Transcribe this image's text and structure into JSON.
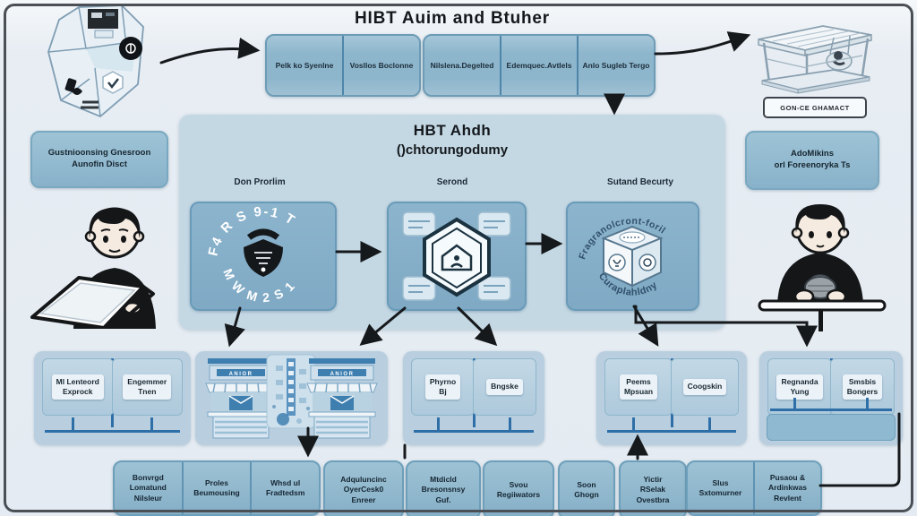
{
  "page": {
    "title": "HIBT Auim and Btuher"
  },
  "colors": {
    "background": "#e7edf3",
    "box_fill": "#8db6cc",
    "panel_fill": "#c4d8e4",
    "connector_blue": "#2f6fa8",
    "arrow_black": "#16191c"
  },
  "top_row": {
    "group1_cells": [
      "Pelk ko Syenlne",
      "Vosllos Boclonne"
    ],
    "group2_cells": [
      "Nilslena.Degelted",
      "Edemquec.Avtlels",
      "Anlo Sugleb Tergo"
    ],
    "gazebo_caption": "GON-CE GHAMACT"
  },
  "left_column": {
    "info_box": "Gustnioonsing Gnesroon\nAunofin Disct"
  },
  "right_column": {
    "info_box": "AdoMikins\norl Foreenoryka Ts"
  },
  "central_panel": {
    "title": "HBT Ahdh",
    "subtitle": "()chtorungodumy",
    "col_labels": [
      "Don Prorlim",
      "Serond",
      "Sutand Becurty"
    ],
    "badge_arc_top": "F4 R S 9-1 T",
    "badge_arc_bottom": "M W M 2 S 1",
    "cube_arc_top": "Fragranolcront-foril",
    "cube_arc_bottom": "Curaplahldny"
  },
  "mid_row": {
    "storefront_sign": "ANIOR",
    "group_left_cells": [
      "Ml Lenteord\nExprock",
      "Engemmer\nTnen"
    ],
    "group_a_cells": [
      "Phyrno\nBj",
      "Bngske"
    ],
    "group_b_cells": [
      "Peems\nMpsuan",
      "Coogskin"
    ],
    "group_right_cells": [
      "Regnanda\nYung",
      "Smsbis\nBongers"
    ]
  },
  "bottom_row": {
    "boxes": [
      "Bonvrgd\nLomatund\nNilsleur",
      "Proles\nBeumousing",
      "Whsd ul\nFradtedsm",
      "Adquluncinc\nOyerCesk0\nEnreer",
      "Mtdicld\nBresonsnsy\nGuf.",
      "Svou\nRegiiwators",
      "Soon\nGhogn",
      "Yictir\nRSelak\nOvestbra",
      "Slus\nSxtomurner",
      "Pusaou &\nArdinkwas\nRevlent"
    ]
  }
}
